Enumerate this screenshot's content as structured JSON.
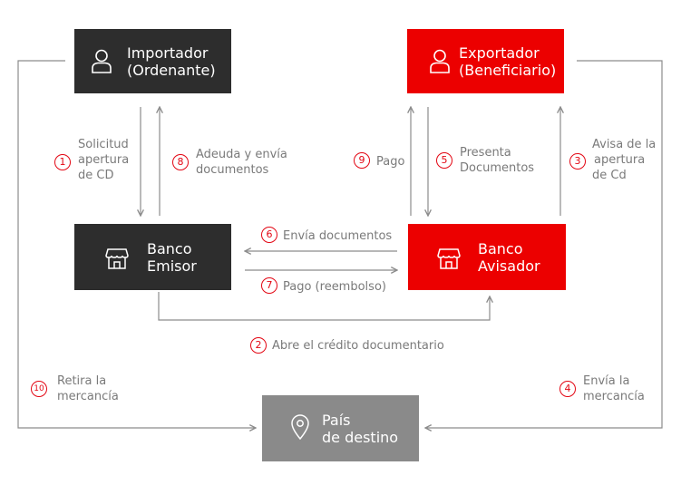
{
  "colors": {
    "dark": "#2d2d2d",
    "red": "#ec0000",
    "grey": "#8a8a8a",
    "line": "#8c8c8c",
    "accent": "#e30613",
    "label": "#7a7a7a"
  },
  "nodes": {
    "importador": {
      "line1": "Importador",
      "line2": "(Ordenante)",
      "icon": "user-icon"
    },
    "exportador": {
      "line1": "Exportador",
      "line2": "(Beneficiario)",
      "icon": "user-icon"
    },
    "banco_emisor": {
      "line1": "Banco",
      "line2": "Emisor",
      "icon": "bank-icon"
    },
    "banco_avisador": {
      "line1": "Banco",
      "line2": "Avisador",
      "icon": "bank-icon"
    },
    "pais_destino": {
      "line1": "País",
      "line2": "de destino",
      "icon": "location-pin-icon"
    }
  },
  "steps": [
    {
      "n": "1",
      "lines": [
        "Solicitud",
        "apertura",
        "de CD"
      ]
    },
    {
      "n": "2",
      "lines": [
        "Abre el crédito documentario"
      ]
    },
    {
      "n": "3",
      "lines": [
        "Avisa de la",
        "apertura",
        "de Cd"
      ]
    },
    {
      "n": "4",
      "lines": [
        "Envía la",
        "mercancía"
      ]
    },
    {
      "n": "5",
      "lines": [
        "Presenta",
        "Documentos"
      ]
    },
    {
      "n": "6",
      "lines": [
        "Envía documentos"
      ]
    },
    {
      "n": "7",
      "lines": [
        "Pago (reembolso)"
      ]
    },
    {
      "n": "8",
      "lines": [
        "Adeuda y envía",
        "documentos"
      ]
    },
    {
      "n": "9",
      "lines": [
        "Pago"
      ]
    },
    {
      "n": "10",
      "lines": [
        "Retira la",
        "mercancía"
      ]
    }
  ]
}
